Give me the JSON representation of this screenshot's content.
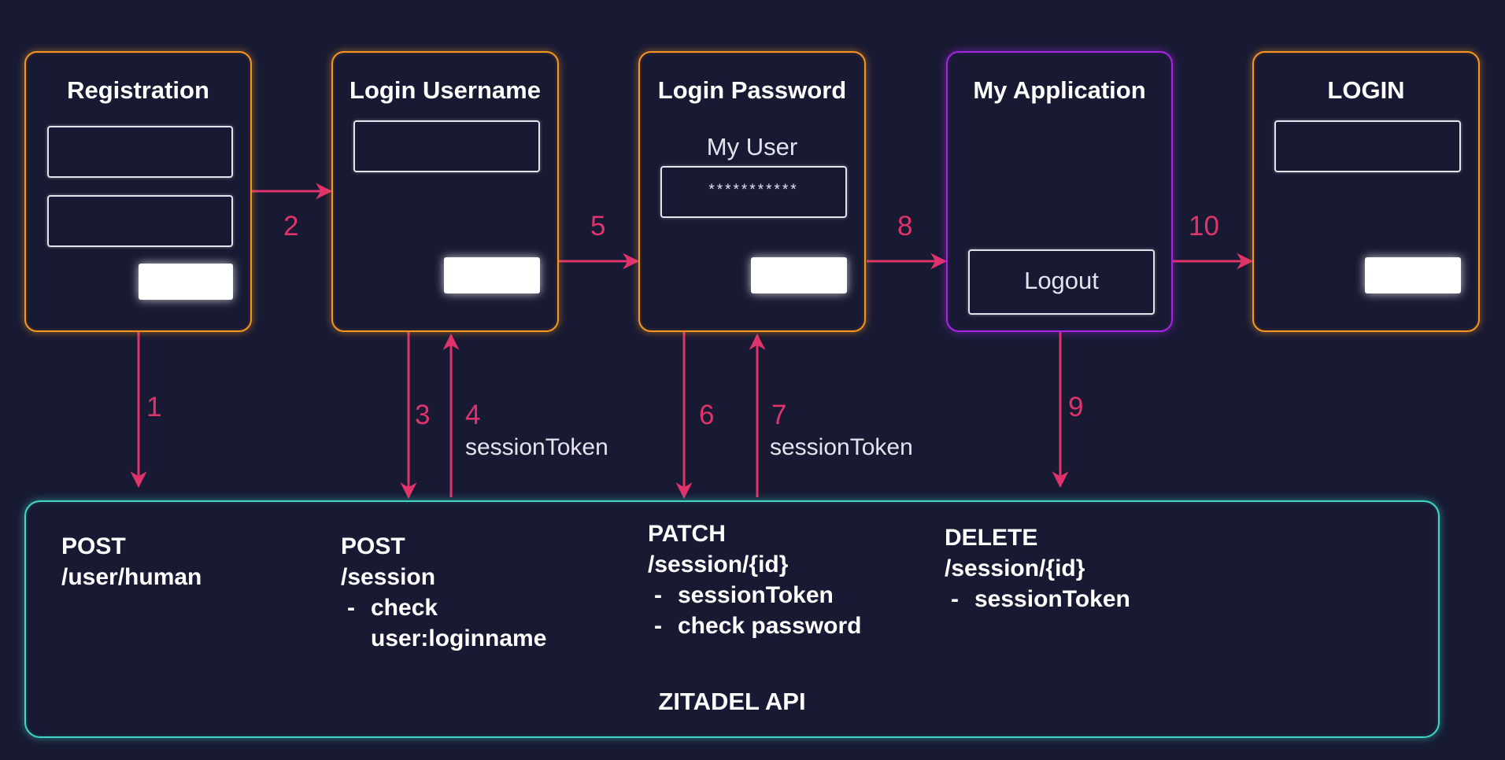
{
  "screens": {
    "registration": {
      "title": "Registration"
    },
    "login_username": {
      "title": "Login Username"
    },
    "login_password": {
      "title": "Login Password",
      "user_label": "My User",
      "password_value": "***********"
    },
    "my_application": {
      "title": "My Application",
      "logout_label": "Logout"
    },
    "login": {
      "title": "LOGIN"
    }
  },
  "steps": [
    "1",
    "2",
    "3",
    "4",
    "5",
    "6",
    "7",
    "8",
    "9",
    "10"
  ],
  "token_label": "sessionToken",
  "api": {
    "title": "ZITADEL API",
    "calls": [
      {
        "method": "POST",
        "path": "/user/human",
        "bullets": []
      },
      {
        "method": "POST",
        "path": "/session",
        "bullets": [
          "check",
          "user:loginname"
        ]
      },
      {
        "method": "PATCH",
        "path": "/session/{id}",
        "bullets": [
          "sessionToken",
          "check password"
        ]
      },
      {
        "method": "DELETE",
        "path": "/session/{id}",
        "bullets": [
          "sessionToken"
        ]
      }
    ]
  },
  "colors": {
    "background": "#181a33",
    "screen_border": "#f5961f",
    "app_border": "#a524e0",
    "api_border": "#3fd7c9",
    "arrow": "#e0336b"
  }
}
